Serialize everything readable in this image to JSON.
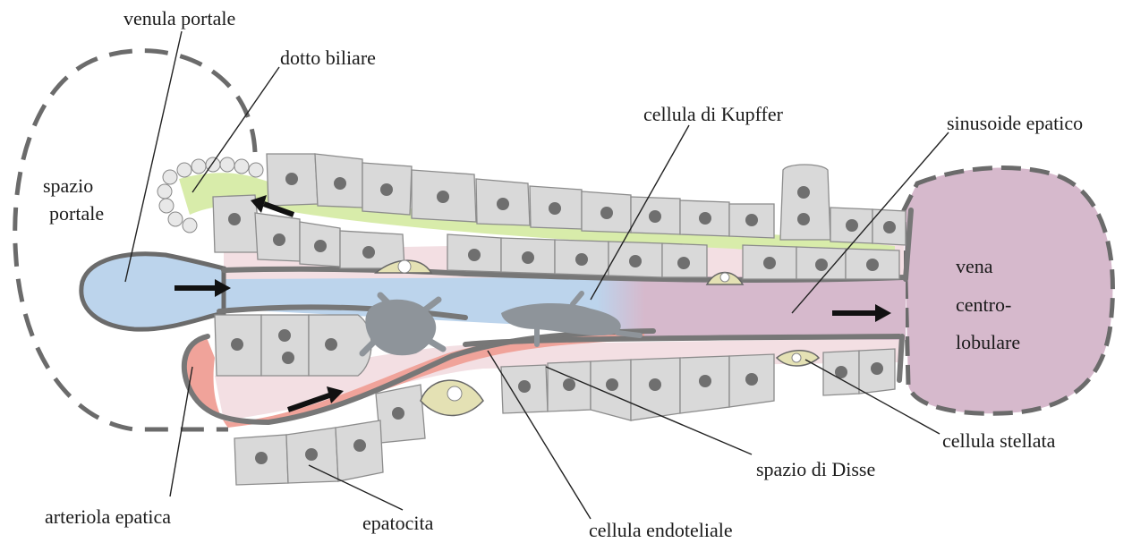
{
  "labels": {
    "venula_portale": "venula portale",
    "dotto_biliare": "dotto biliare",
    "spazio_portale_1": "spazio",
    "spazio_portale_2": "portale",
    "cellula_kupffer": "cellula di Kupffer",
    "sinusoide_epatico": "sinusoide epatico",
    "vena_centro_1": "vena",
    "vena_centro_2": "centro-",
    "vena_centro_3": "lobulare",
    "arteriola_epatica": "arteriola epatica",
    "epatocita": "epatocita",
    "cellula_endoteliale": "cellula endoteliale",
    "spazio_disse": "spazio di Disse",
    "cellula_stellata": "cellula stellata"
  },
  "colors": {
    "portal_venule": "#bcd4ec",
    "bile_duct": "#d8ecaa",
    "central_vein": "#d6b9cc",
    "arteriole": "#f0a39a",
    "hepatocyte": "#d9d9d9",
    "disse_space": "#f3dfe3",
    "kupffer": "#8e949a",
    "stellate": "#e4e1b4"
  },
  "icons": {
    "flow_arrow": "right-arrow-icon",
    "bile_arrow": "left-arrow-icon"
  }
}
